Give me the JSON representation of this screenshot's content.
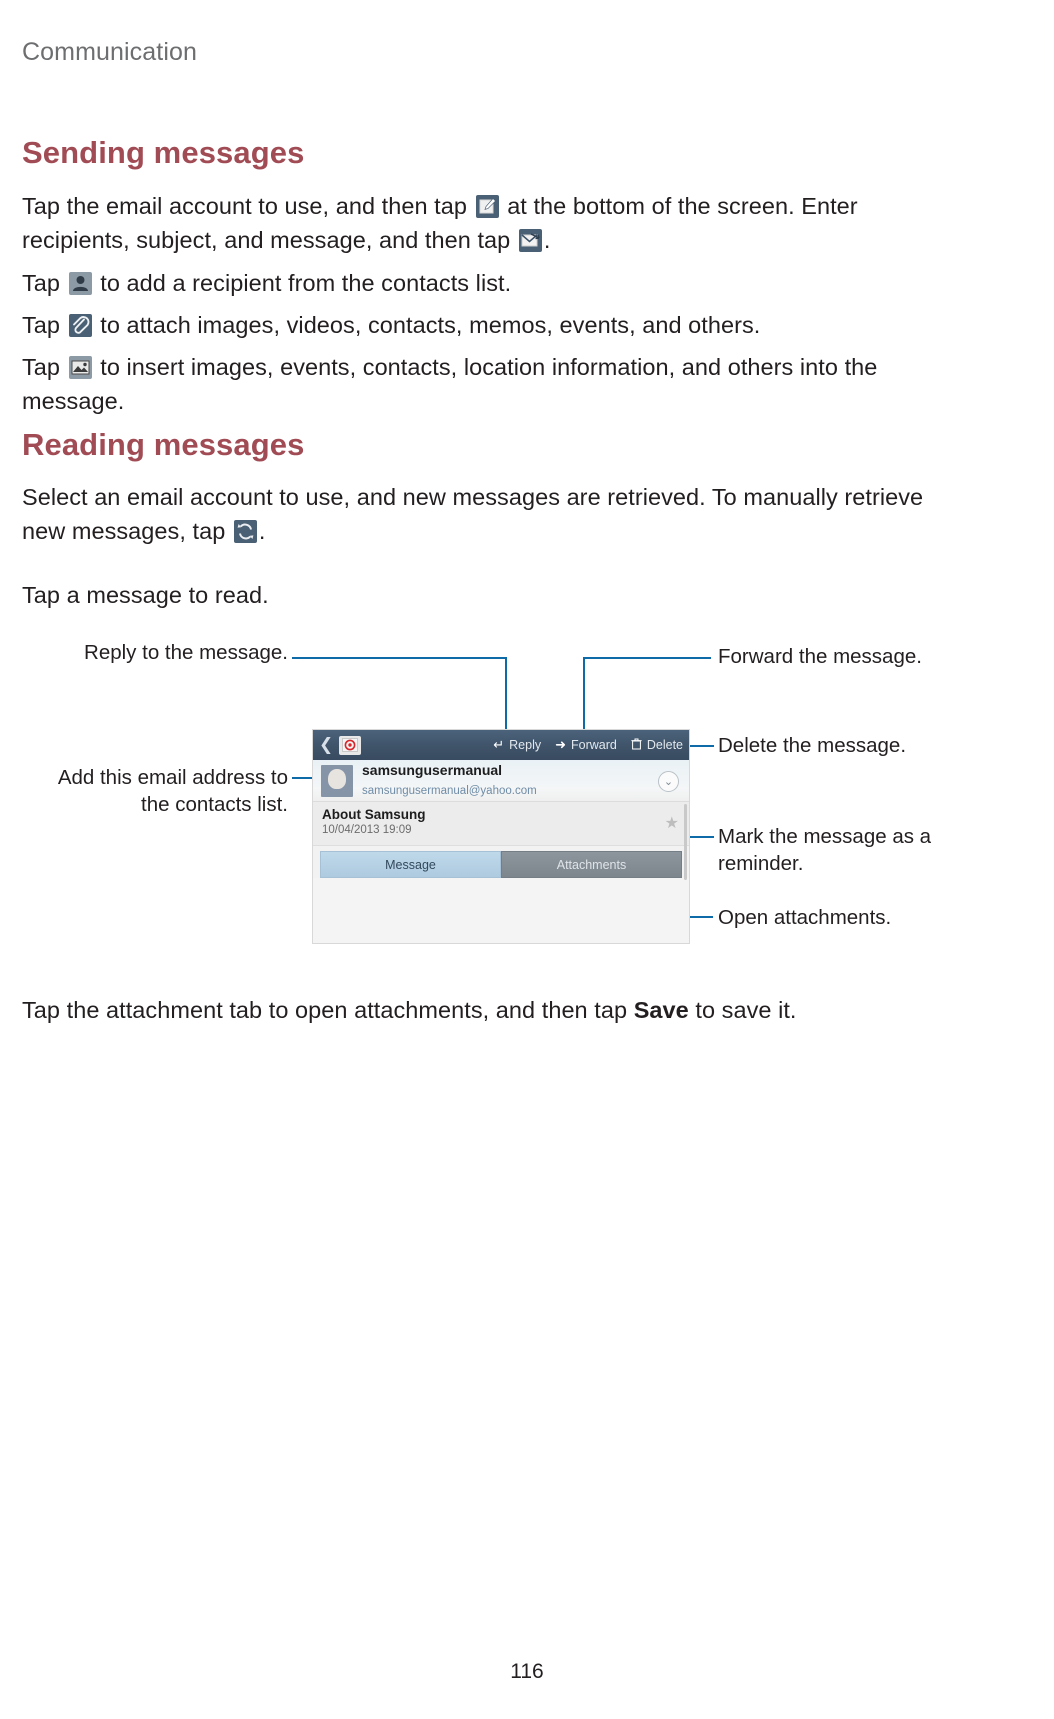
{
  "header": {
    "running_head": "Communication"
  },
  "sections": [
    {
      "id": "sending",
      "heading": "Sending messages"
    },
    {
      "id": "reading",
      "heading": "Reading messages"
    }
  ],
  "paragraphs": {
    "p1_a": "Tap the email account to use, and then tap",
    "p1_b": "at the bottom of the screen. Enter recipients, subject, and message, and then tap",
    "p1_c": ".",
    "p2_a": "Tap",
    "p2_b": "to add a recipient from the contacts list.",
    "p3_a": "Tap",
    "p3_b": "to attach images, videos, contacts, memos, events, and others.",
    "p4_a": "Tap",
    "p4_b": "to insert images, events, contacts, location information, and others into the message.",
    "p5_a": "Select an email account to use, and new messages are retrieved. To manually retrieve new messages, tap",
    "p5_b": ".",
    "p6": "Tap a message to read.",
    "p7_a": "Tap the attachment tab to open attachments, and then tap",
    "p7_bold": "Save",
    "p7_b": "to save it."
  },
  "inline_icons": {
    "compose": "compose-icon",
    "send": "send-icon",
    "add_contact": "contact-icon",
    "attach": "paperclip-icon",
    "insert": "insert-image-icon",
    "refresh": "refresh-icon"
  },
  "callouts": {
    "reply": "Reply to the message.",
    "add_contact": "Add this email address to the contacts list.",
    "forward": "Forward the message.",
    "delete": "Delete the message.",
    "reminder": "Mark the message as a reminder.",
    "attachments": "Open attachments."
  },
  "screenshot": {
    "toolbar": {
      "back_icon": "back-chevron-icon",
      "app_icon": "email-at-icon",
      "actions": [
        {
          "icon": "reply-arrow-icon",
          "glyph": "↵",
          "label": "Reply"
        },
        {
          "icon": "forward-arrow-icon",
          "glyph": "➜",
          "label": "Forward"
        },
        {
          "icon": "trash-icon",
          "glyph": "🗑",
          "label": "Delete"
        }
      ]
    },
    "sender": {
      "avatar": "contact-avatar",
      "name": "samsungusermanual",
      "email": "samsungusermanual@yahoo.com",
      "expander_glyph": "⌄"
    },
    "message": {
      "subject": "About Samsung",
      "date": "10/04/2013  19:09",
      "star_glyph": "★"
    },
    "tabs": [
      {
        "label": "Message",
        "active": true
      },
      {
        "label": "Attachments",
        "active": false
      }
    ]
  },
  "footer": {
    "page_number": "116"
  },
  "colors": {
    "heading": "#a14c55",
    "leader_line": "#0f6ba8",
    "toolbar": "#3f5369",
    "chip": "#4a6074"
  }
}
